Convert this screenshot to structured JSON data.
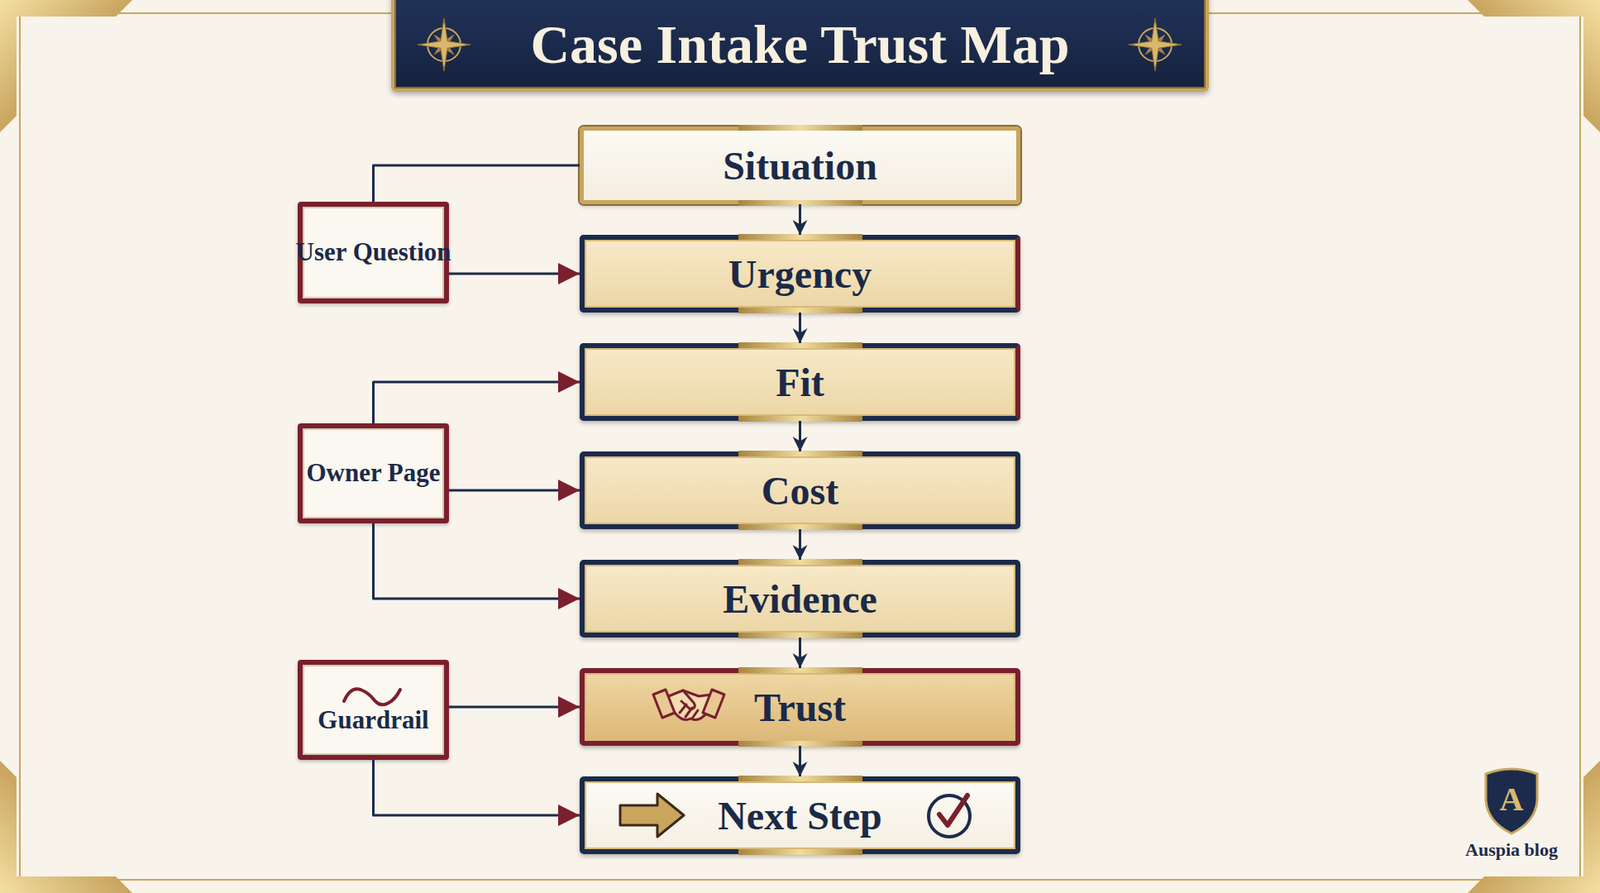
{
  "diagram": {
    "title": "Case Intake Trust Map",
    "nodes": [
      {
        "text": [
          "Situation"
        ]
      },
      {
        "text": [
          "User Question"
        ]
      },
      {
        "text": [
          "Urgency"
        ]
      },
      {
        "text": [
          "Fit"
        ]
      },
      {
        "text": [
          "Owner Page"
        ]
      },
      {
        "text": [
          "Cost"
        ]
      },
      {
        "text": [
          "Evidence"
        ]
      },
      {
        "text": [
          "Guardrail"
        ]
      },
      {
        "text": [
          "Trust"
        ]
      },
      {
        "text": [
          "Next Step"
        ]
      }
    ],
    "edges": [
      {
        "from": 0,
        "to": 1,
        "arrow": "none"
      },
      {
        "from": 1,
        "to": 2,
        "arrow": "to"
      },
      {
        "from": 0,
        "to": 2,
        "arrow": "to"
      },
      {
        "from": 2,
        "to": 3,
        "arrow": "to"
      },
      {
        "from": 4,
        "to": 3,
        "arrow": "to"
      },
      {
        "from": 4,
        "to": 5,
        "arrow": "to"
      },
      {
        "from": 4,
        "to": 6,
        "arrow": "to"
      },
      {
        "from": 3,
        "to": 5,
        "arrow": "to"
      },
      {
        "from": 5,
        "to": 6,
        "arrow": "to"
      },
      {
        "from": 6,
        "to": 8,
        "arrow": "to"
      },
      {
        "from": 7,
        "to": 8,
        "arrow": "to"
      },
      {
        "from": 7,
        "to": 9,
        "arrow": "to"
      },
      {
        "from": 8,
        "to": 9,
        "arrow": "to"
      }
    ],
    "labels": [
      "A",
      "Auspia blog"
    ]
  }
}
